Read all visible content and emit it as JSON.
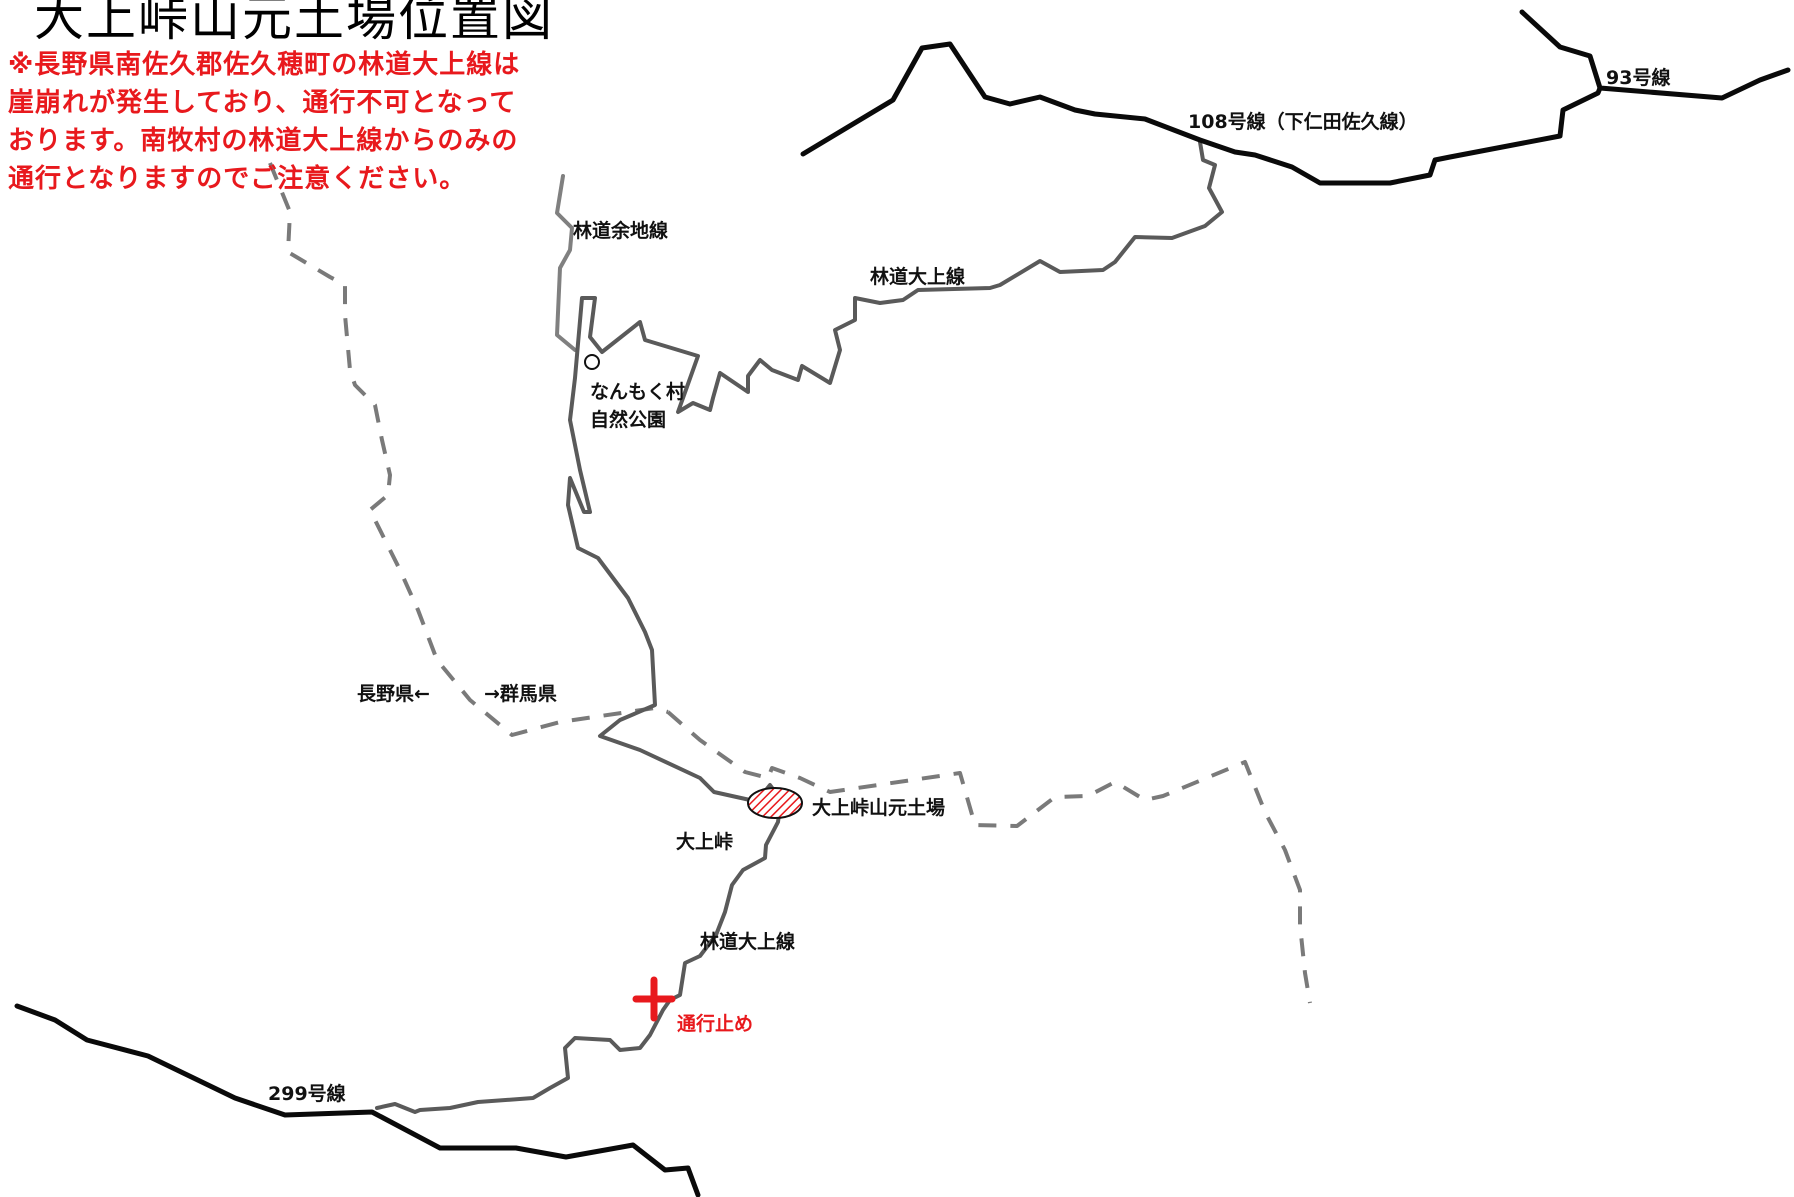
{
  "title": "大上峠山元土場位置図",
  "notice": {
    "lines": [
      "※長野県南佐久郡佐久穂町の林道大上線は",
      "崖崩れが発生しており、通行不可となって",
      "おります。南牧村の林道大上線からのみの",
      "通行となりますのでご注意ください。"
    ],
    "color": "#e8191d"
  },
  "labels": {
    "route_93": "93号線",
    "route_108": "108号線（下仁田佐久線）",
    "forest_road_ouwa_north": "林道大上線",
    "forest_road_yochi": "林道余地線",
    "park_line1": "なんもく村",
    "park_line2": "自然公園",
    "prefecture_nagano": "長野県←",
    "prefecture_gunma": "→群馬県",
    "log_yard": "大上峠山元土場",
    "pass": "大上峠",
    "forest_road_ouwa_south": "林道大上線",
    "road_closed": "通行止め",
    "route_299": "299号線"
  },
  "colors": {
    "major_road": "#0a0a0a",
    "forest_road": "#5a5a5a",
    "prefecture_border": "#7a7a7a",
    "closure_mark": "#e8191d",
    "log_yard_hatch": "#e8191d"
  },
  "icons": {
    "park": "circle-marker-icon",
    "log_yard": "hatched-ellipse-icon",
    "closure": "cross-mark-icon"
  }
}
